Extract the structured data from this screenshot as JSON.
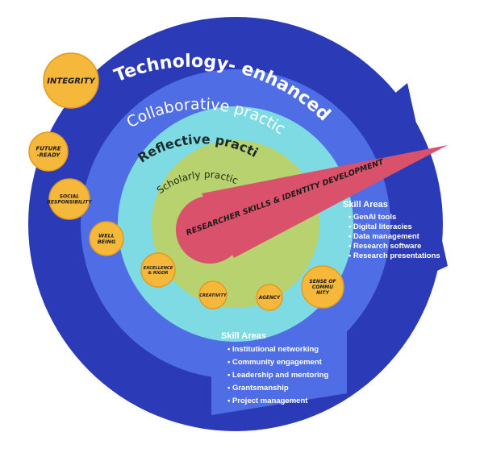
{
  "rings": {
    "technology": "Technology- enhanced practice",
    "collaborative": "Collaborative practice",
    "reflective": "Reflective practice",
    "scholarly": "Scholarly practice"
  },
  "core": {
    "label": "RESEARCHER SKILLS & IDENTITY DEVELOPMENT"
  },
  "values": [
    {
      "id": "integrity",
      "lines": [
        "INTEGRITY"
      ]
    },
    {
      "id": "future-ready",
      "lines": [
        "FUTURE",
        "-READY"
      ]
    },
    {
      "id": "social-responsibility",
      "lines": [
        "SOCIAL",
        "RESPONSIBILITY"
      ]
    },
    {
      "id": "well-being",
      "lines": [
        "WELL",
        "BEING"
      ]
    },
    {
      "id": "excellence-rigor",
      "lines": [
        "EXCELLENCE",
        "& RIGOR"
      ]
    },
    {
      "id": "creativity",
      "lines": [
        "CREATIVITY"
      ]
    },
    {
      "id": "agency",
      "lines": [
        "AGENCY"
      ]
    },
    {
      "id": "sense-of-community",
      "lines": [
        "SENSE OF",
        "COMMU",
        "NITY"
      ]
    }
  ],
  "skill_areas_technology": {
    "title": "Skill Areas",
    "items": [
      "GenAI tools",
      "Digital literacies",
      "Data management",
      "Research software",
      "Research presentations"
    ]
  },
  "skill_areas_collaborative": {
    "title": "Skill Areas",
    "items": [
      "Institutional networking",
      "Community engagement",
      "Leadership and mentoring",
      "Grantsmanship",
      "Project management"
    ]
  },
  "colors": {
    "outer_ring": "#2b3ab7",
    "collab_ring": "#4f6ee6",
    "reflective_ring": "#7fdbe3",
    "scholarly_ring": "#b7d26e",
    "core": "#d9516b",
    "badge": "#f6b83b",
    "badge_stroke": "#e39a1d"
  }
}
